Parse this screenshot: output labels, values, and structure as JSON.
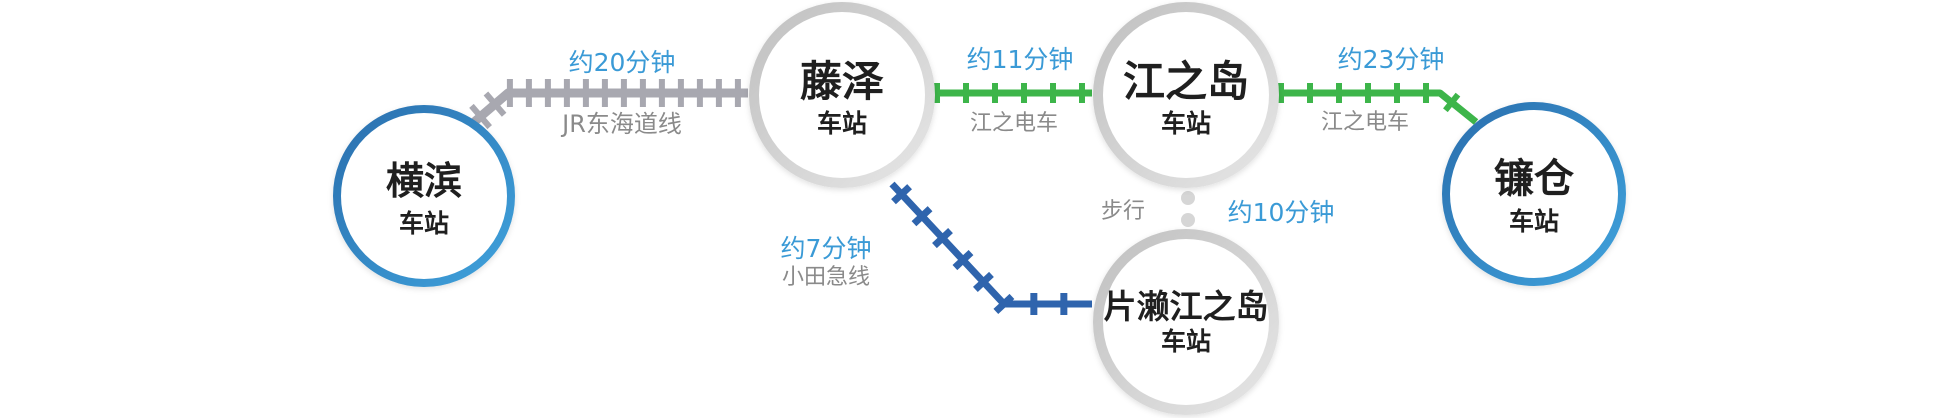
{
  "stations": {
    "yokohama": {
      "name": "横滨",
      "sub": "车站"
    },
    "fujisawa": {
      "name": "藤泽",
      "sub": "车站"
    },
    "enoshima": {
      "name": "江之岛",
      "sub": "车站"
    },
    "katase": {
      "name": "片濑江之岛",
      "sub": "车站"
    },
    "kamakura": {
      "name": "镰仓",
      "sub": "车站"
    }
  },
  "routes": {
    "jr": {
      "time": "约20分钟",
      "line": "JR东海道线"
    },
    "enoden_1": {
      "time": "约11分钟",
      "line": "江之电车"
    },
    "enoden_2": {
      "time": "约23分钟",
      "line": "江之电车"
    },
    "odakyu": {
      "time": "约7分钟",
      "line": "小田急线"
    },
    "walk": {
      "time": "约10分钟",
      "mode": "步行"
    }
  },
  "colors": {
    "jr": "#a8a8b0",
    "enoden": "#3db54a",
    "odakyu": "#2f64ad",
    "accent_text": "#3a9ad6",
    "blue_ring": "#2f80c2",
    "gray_ring": "#d2d2d2"
  }
}
